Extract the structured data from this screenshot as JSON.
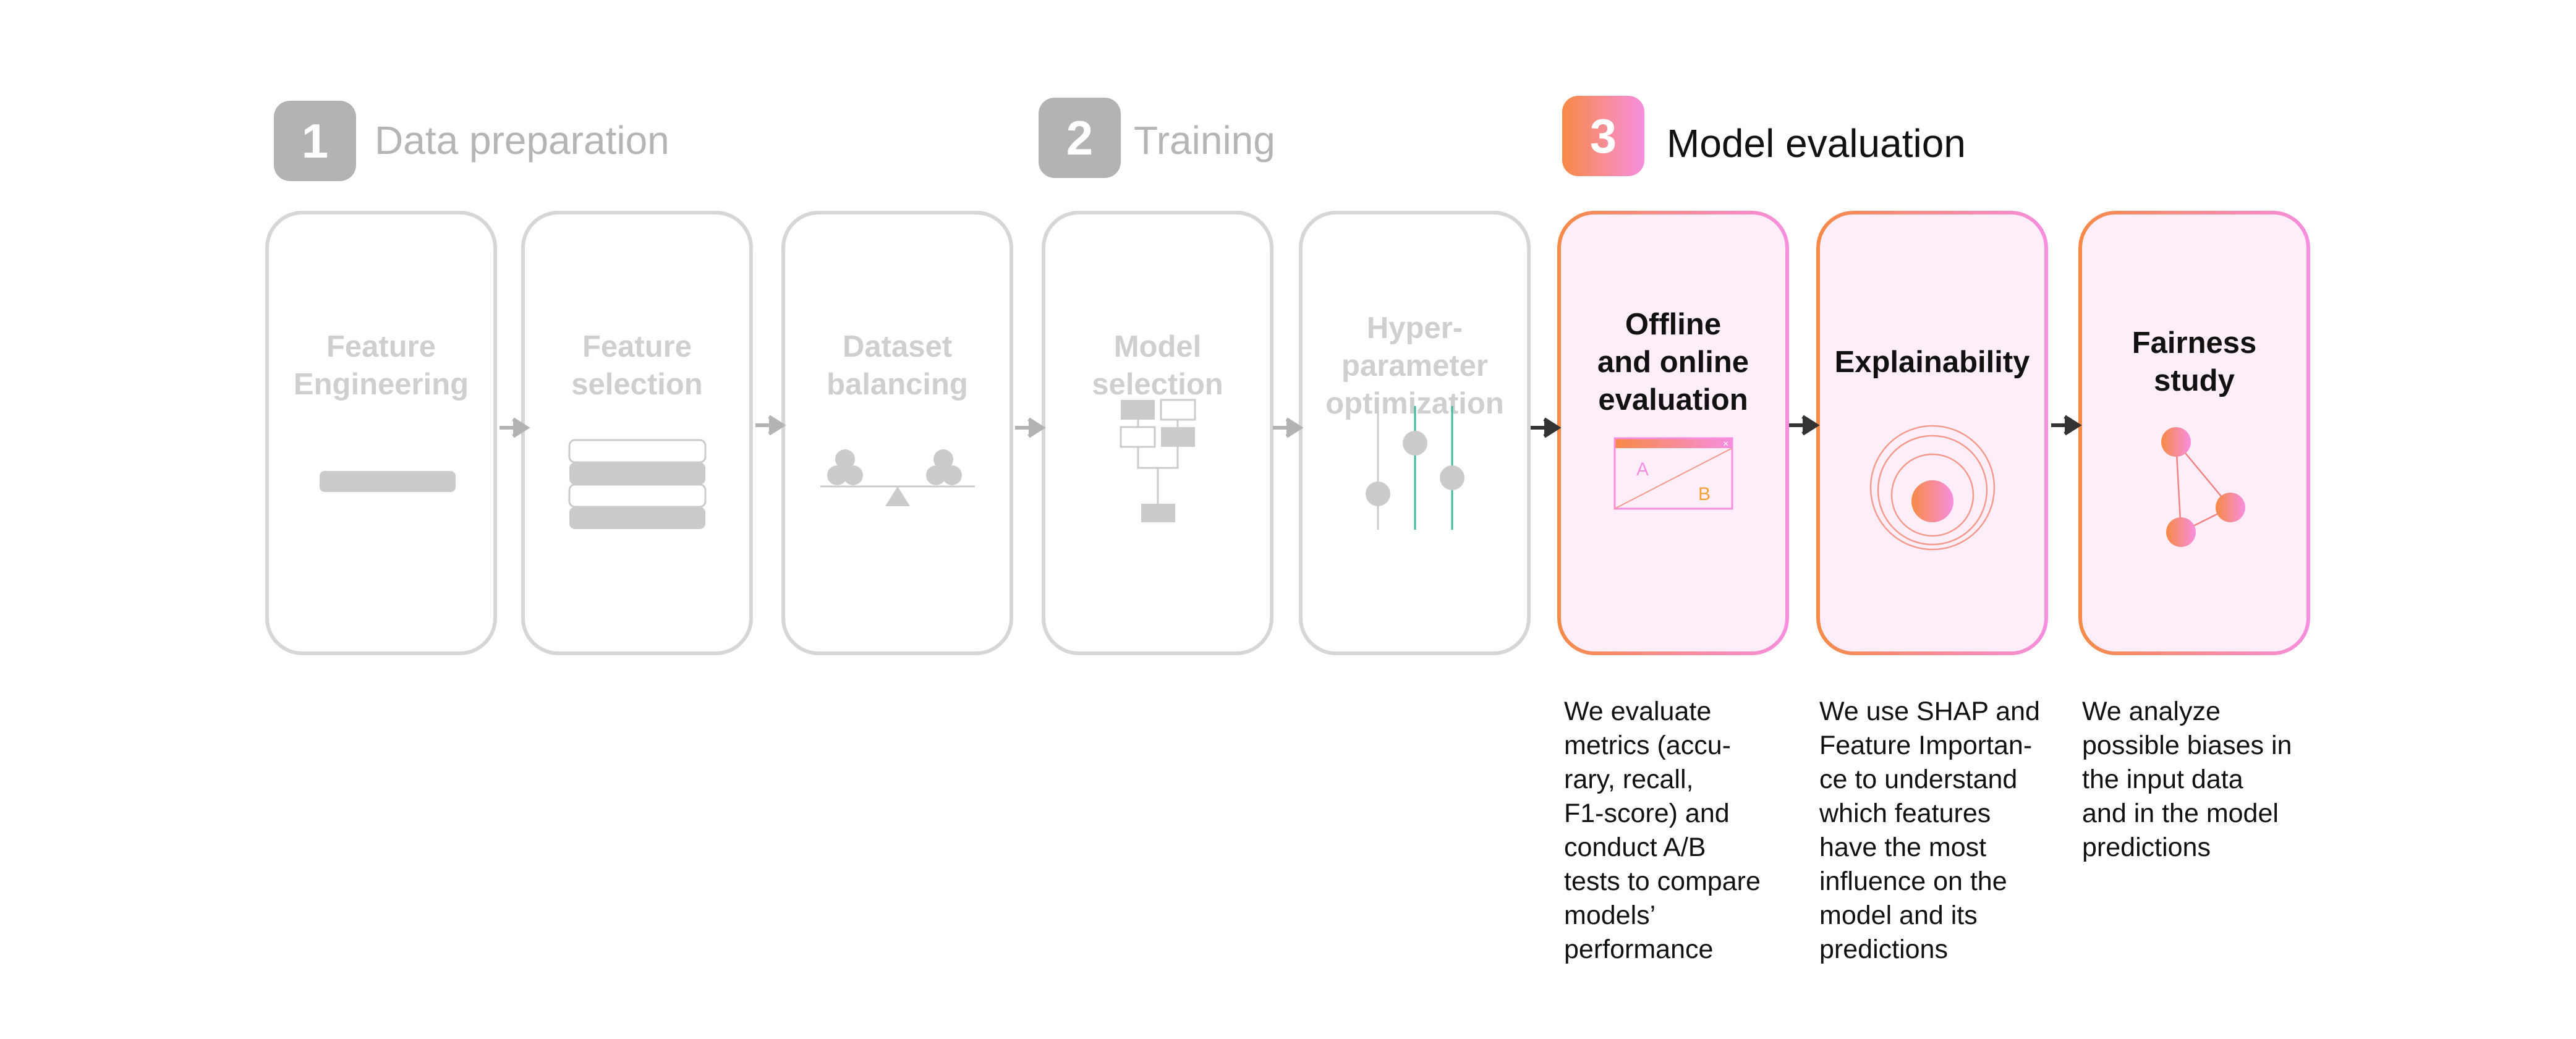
{
  "phases": [
    {
      "number": "1",
      "label": "Data preparation"
    },
    {
      "number": "2",
      "label": "Training"
    },
    {
      "number": "3",
      "label": "Model evaluation"
    }
  ],
  "steps": [
    {
      "title": "Feature\nEngineering",
      "icon": "bar-icon"
    },
    {
      "title": "Feature\nselection",
      "icon": "stack-icon"
    },
    {
      "title": "Dataset\nbalancing",
      "icon": "balance-scale-icon"
    },
    {
      "title": "Model\nselection",
      "icon": "tree-diagram-icon"
    },
    {
      "title": "Hyper-\nparameter\noptimization",
      "icon": "sliders-icon"
    },
    {
      "title": "Offline\nand online\nevaluation",
      "icon": "ab-test-window-icon",
      "icon_text_a": "A",
      "icon_text_b": "B",
      "icon_close": "×"
    },
    {
      "title": "Explainability",
      "icon": "concentric-circles-icon"
    },
    {
      "title": "Fairness\nstudy",
      "icon": "network-graph-icon"
    }
  ],
  "descriptions": [
    "We evaluate\nmetrics (accu-\nrary, recall,\nF1-score) and\nconduct A/B\ntests to compare\nmodels’\nperformance",
    "We use SHAP and\nFeature Importan-\nce to understand\nwhich features\nhave the most\ninfluence on the\nmodel and its\npredictions",
    "We analyze\npossible biases in\nthe input data\nand in the model\npredictions"
  ],
  "colors": {
    "grey": "#b3b3b3",
    "orange": "#f78a45",
    "pink": "#f78ee0",
    "card_bg": "#fdeefa",
    "teal": "#3cb99a"
  }
}
